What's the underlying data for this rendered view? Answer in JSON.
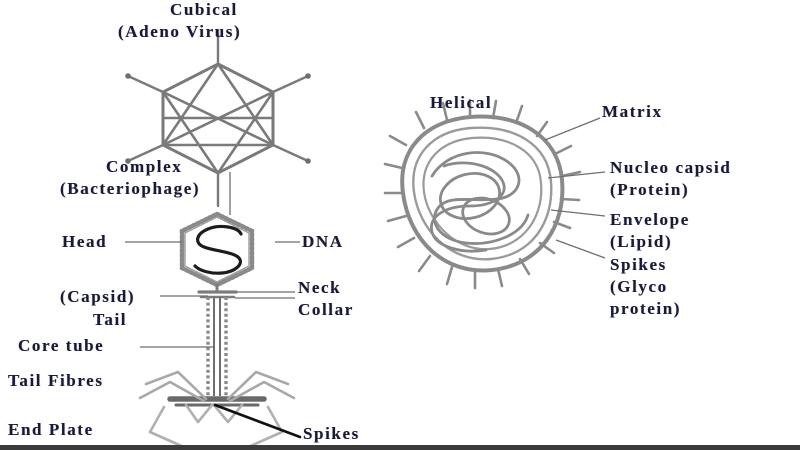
{
  "figure": {
    "title": "Virus structure diagram",
    "background_color": "#ffffff",
    "ink_color": "#777777",
    "text_color": "#171a3a",
    "accent_dark": "#111111"
  },
  "labels": {
    "cubical": "Cubical",
    "adeno_virus": "(Adeno Virus)",
    "complex": "Complex",
    "bacteriophage": "(Bacteriophage)",
    "head": "Head",
    "dna": "DNA",
    "neck": "Neck",
    "collar": "Collar",
    "capsid": "(Capsid)",
    "tail": "Tail",
    "core_tube": "Core tube",
    "tail_fibres": "Tail Fibres",
    "end_plate": "End Plate",
    "spikes": "Spikes",
    "helical": "Helical",
    "matrix": "Matrix",
    "nucleo_capsid": "Nucleo capsid",
    "protein": "(Protein)",
    "envelope": "Envelope",
    "lipid": "(Lipid)",
    "spikes_right": "Spikes",
    "glyco": "(Glyco",
    "protein_close": "protein)"
  },
  "diagrams": [
    {
      "name": "adenovirus",
      "shape": "icosahedral-capsid-with-fibres",
      "parts": [
        "capsid",
        "penton-fibres",
        "knobs"
      ]
    },
    {
      "name": "bacteriophage",
      "shape": "complex-phage",
      "parts": [
        "head",
        "dna",
        "neck",
        "collar",
        "tail-sheath",
        "core-tube",
        "base-plate",
        "tail-fibres",
        "spikes"
      ]
    },
    {
      "name": "helical-virus",
      "shape": "enveloped-helical",
      "parts": [
        "envelope",
        "matrix",
        "nucleocapsid",
        "spikes"
      ]
    }
  ]
}
